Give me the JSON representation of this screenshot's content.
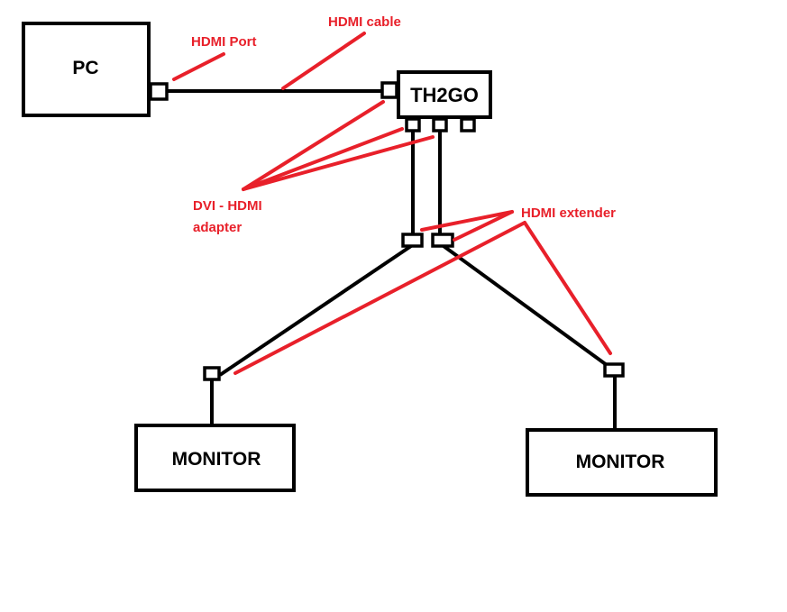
{
  "diagram": {
    "colors": {
      "lines": "#000000",
      "annotations": "#e8202a",
      "background": "#ffffff"
    },
    "devices": {
      "pc": "PC",
      "switch": "TH2GO",
      "monitor_left": "MONITOR",
      "monitor_right": "MONITOR"
    },
    "annotations": {
      "hdmi_port": "HDMI Port",
      "hdmi_cable": "HDMI cable",
      "dvi_hdmi_line1": "DVI - HDMI",
      "dvi_hdmi_line2": "adapter",
      "hdmi_extender": "HDMI extender"
    }
  }
}
